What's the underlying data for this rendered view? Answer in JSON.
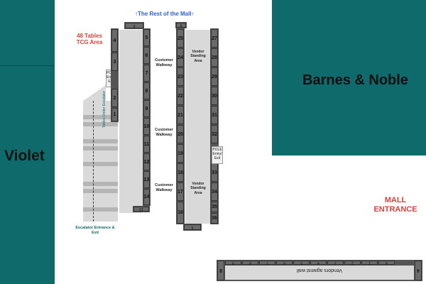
{
  "stores": {
    "violet": "Violet",
    "barnes": "Barnes & Noble"
  },
  "labels": {
    "rest_of_mall": "The Rest of the Mall",
    "tcg_area": "48 Tables\nTCG Area",
    "mall_entrance": "MALL\nENTRANCE",
    "customer_walkway": "Customer\nWalkway",
    "vendor_standing_area": "Vendor\nStanding\nArea",
    "pole": "POLE\nEntry/\nExit",
    "tables_under_escalator": "Tables Under Escalator",
    "escalator_entrance": "Escalator Entrance &\nExit",
    "vendors_against_wall": "Vendors against wall"
  },
  "tables": {
    "col_a_top": "5",
    "col_a": [
      "4",
      "3",
      "2",
      "1"
    ],
    "col_b": [
      "5",
      "6",
      "7",
      "8",
      "9",
      "10",
      "11",
      "12",
      "13",
      "14"
    ],
    "col_b_bottom": "15",
    "col_c_top": "5",
    "col_c": [
      "25",
      "24",
      "23",
      "22",
      "21",
      "20",
      "19",
      "18",
      "17",
      "16"
    ],
    "col_d": [
      "27",
      "28",
      "29",
      "30",
      "31",
      "32",
      "33",
      "34",
      "35",
      "36"
    ],
    "col_cd_bottom": "5",
    "wall_row": [
      "8",
      "9",
      "8",
      "7",
      "6",
      "5",
      "4",
      "3",
      "2",
      "1",
      "4"
    ]
  },
  "colors": {
    "teal": "#0f6b6b",
    "red": "#d9433f",
    "blue": "#2b5fd9"
  }
}
